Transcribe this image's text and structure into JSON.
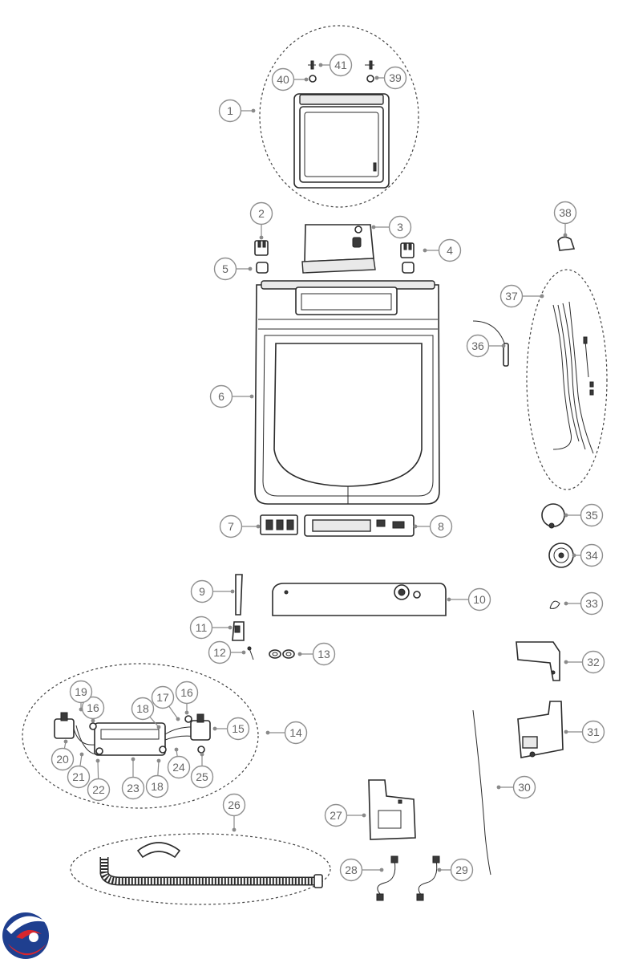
{
  "callouts": [
    {
      "id": "c1",
      "label": "1"
    },
    {
      "id": "c2",
      "label": "2"
    },
    {
      "id": "c3",
      "label": "3"
    },
    {
      "id": "c4",
      "label": "4"
    },
    {
      "id": "c5",
      "label": "5"
    },
    {
      "id": "c6",
      "label": "6"
    },
    {
      "id": "c7",
      "label": "7"
    },
    {
      "id": "c8",
      "label": "8"
    },
    {
      "id": "c9",
      "label": "9"
    },
    {
      "id": "c10",
      "label": "10"
    },
    {
      "id": "c11",
      "label": "11"
    },
    {
      "id": "c12",
      "label": "12"
    },
    {
      "id": "c13",
      "label": "13"
    },
    {
      "id": "c14",
      "label": "14"
    },
    {
      "id": "c15",
      "label": "15"
    },
    {
      "id": "c16a",
      "label": "16"
    },
    {
      "id": "c16b",
      "label": "16"
    },
    {
      "id": "c17",
      "label": "17"
    },
    {
      "id": "c18a",
      "label": "18"
    },
    {
      "id": "c18b",
      "label": "18"
    },
    {
      "id": "c19",
      "label": "19"
    },
    {
      "id": "c20",
      "label": "20"
    },
    {
      "id": "c21",
      "label": "21"
    },
    {
      "id": "c22",
      "label": "22"
    },
    {
      "id": "c23",
      "label": "23"
    },
    {
      "id": "c24",
      "label": "24"
    },
    {
      "id": "c25",
      "label": "25"
    },
    {
      "id": "c26",
      "label": "26"
    },
    {
      "id": "c27",
      "label": "27"
    },
    {
      "id": "c28",
      "label": "28"
    },
    {
      "id": "c29",
      "label": "29"
    },
    {
      "id": "c30",
      "label": "30"
    },
    {
      "id": "c31",
      "label": "31"
    },
    {
      "id": "c32",
      "label": "32"
    },
    {
      "id": "c33",
      "label": "33"
    },
    {
      "id": "c34",
      "label": "34"
    },
    {
      "id": "c35",
      "label": "35"
    },
    {
      "id": "c36",
      "label": "36"
    },
    {
      "id": "c37",
      "label": "37"
    },
    {
      "id": "c38",
      "label": "38"
    },
    {
      "id": "c39",
      "label": "39"
    },
    {
      "id": "c40",
      "label": "40"
    },
    {
      "id": "c41",
      "label": "41"
    }
  ],
  "logo": {
    "icon": "brand-logo-icon",
    "colors": [
      "#1f3f8f",
      "#d7262e"
    ]
  }
}
